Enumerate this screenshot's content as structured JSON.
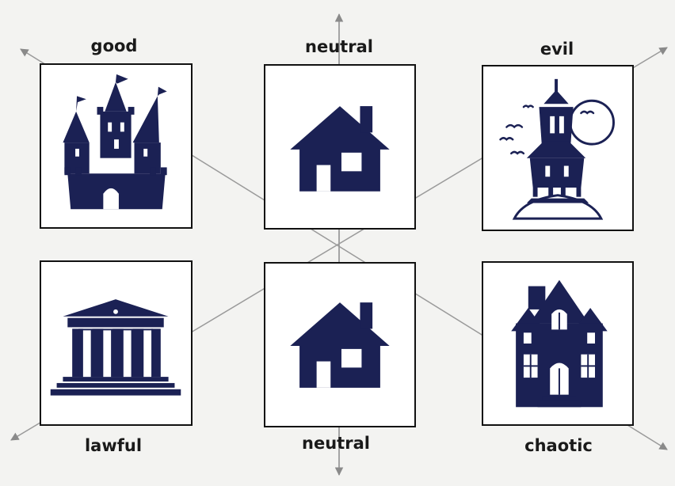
{
  "labels": {
    "top_left": "good",
    "top_middle": "neutral",
    "top_right": "evil",
    "bottom_left": "lawful",
    "bottom_middle": "neutral",
    "bottom_right": "chaotic"
  },
  "icons": {
    "top_left": "castle-icon",
    "top_middle": "house-icon",
    "top_right": "haunted-house-icon",
    "bottom_left": "courthouse-icon",
    "bottom_middle": "house-icon",
    "bottom_right": "victorian-house-icon"
  },
  "colors": {
    "icon_fill": "#1b2154",
    "arrow": "#8a8a8a",
    "line": "#9a9a9a",
    "border": "#111111"
  }
}
